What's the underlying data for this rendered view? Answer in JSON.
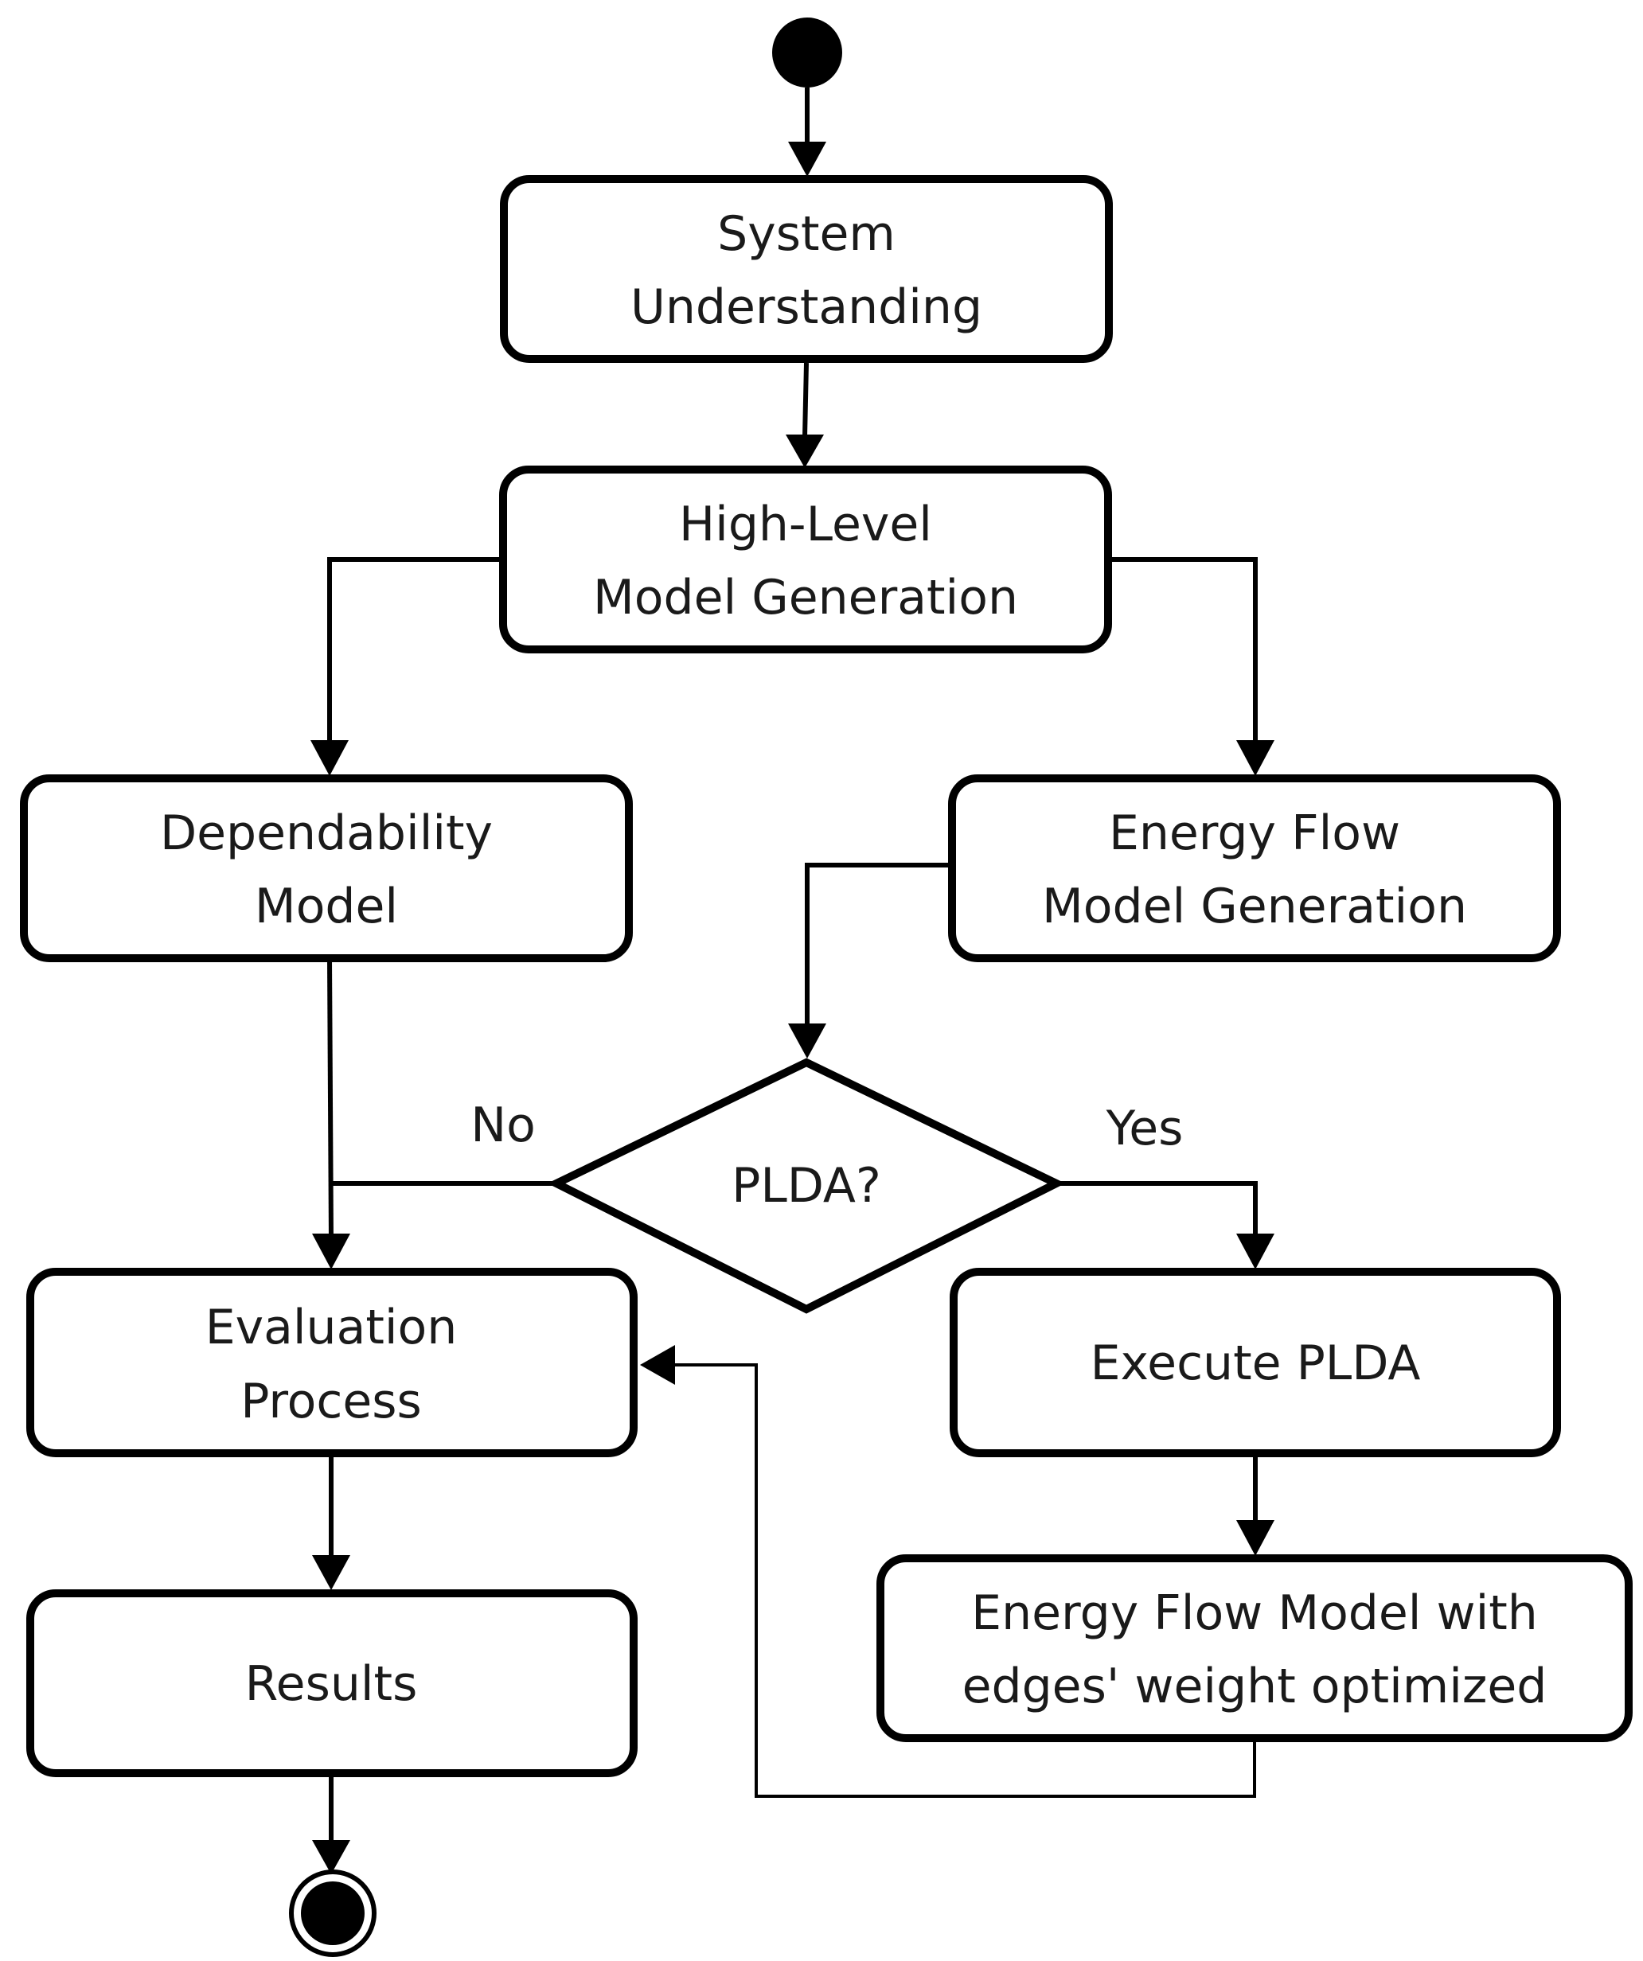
{
  "nodes": {
    "system_understanding": {
      "line1": "System",
      "line2": "Understanding"
    },
    "high_level_model": {
      "line1": "High-Level",
      "line2": "Model Generation"
    },
    "dependability_model": {
      "line1": "Dependability",
      "line2": "Model"
    },
    "energy_flow_generation": {
      "line1": "Energy Flow",
      "line2": "Model Generation"
    },
    "plda_decision": {
      "label": "PLDA?"
    },
    "evaluation_process": {
      "line1": "Evaluation",
      "line2": "Process"
    },
    "execute_plda": {
      "label": "Execute PLDA"
    },
    "optimized_model": {
      "line1": "Energy Flow Model with",
      "line2": "edges' weight optimized"
    },
    "results": {
      "label": "Results"
    }
  },
  "branches": {
    "no": "No",
    "yes": "Yes"
  }
}
